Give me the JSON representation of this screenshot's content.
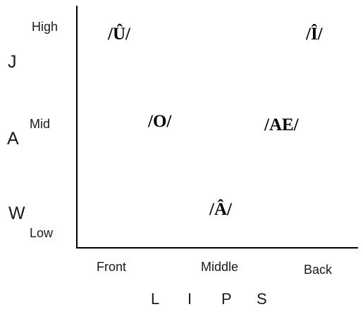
{
  "y_axis": {
    "levels": [
      "High",
      "Mid",
      "Low"
    ],
    "letters": [
      "J",
      "A",
      "W"
    ]
  },
  "x_axis": {
    "levels": [
      "Front",
      "Middle",
      "Back"
    ],
    "letters": [
      "L",
      "I",
      "P",
      "S"
    ]
  },
  "vowels": [
    {
      "symbol": "/Û/",
      "height": "High",
      "position": "Front"
    },
    {
      "symbol": "/Î/",
      "height": "High",
      "position": "Back"
    },
    {
      "symbol": "/O/",
      "height": "Mid",
      "position": "Front"
    },
    {
      "symbol": "/AE/",
      "height": "Mid",
      "position": "Back"
    },
    {
      "symbol": "/Â/",
      "height": "Low",
      "position": "Middle"
    }
  ]
}
